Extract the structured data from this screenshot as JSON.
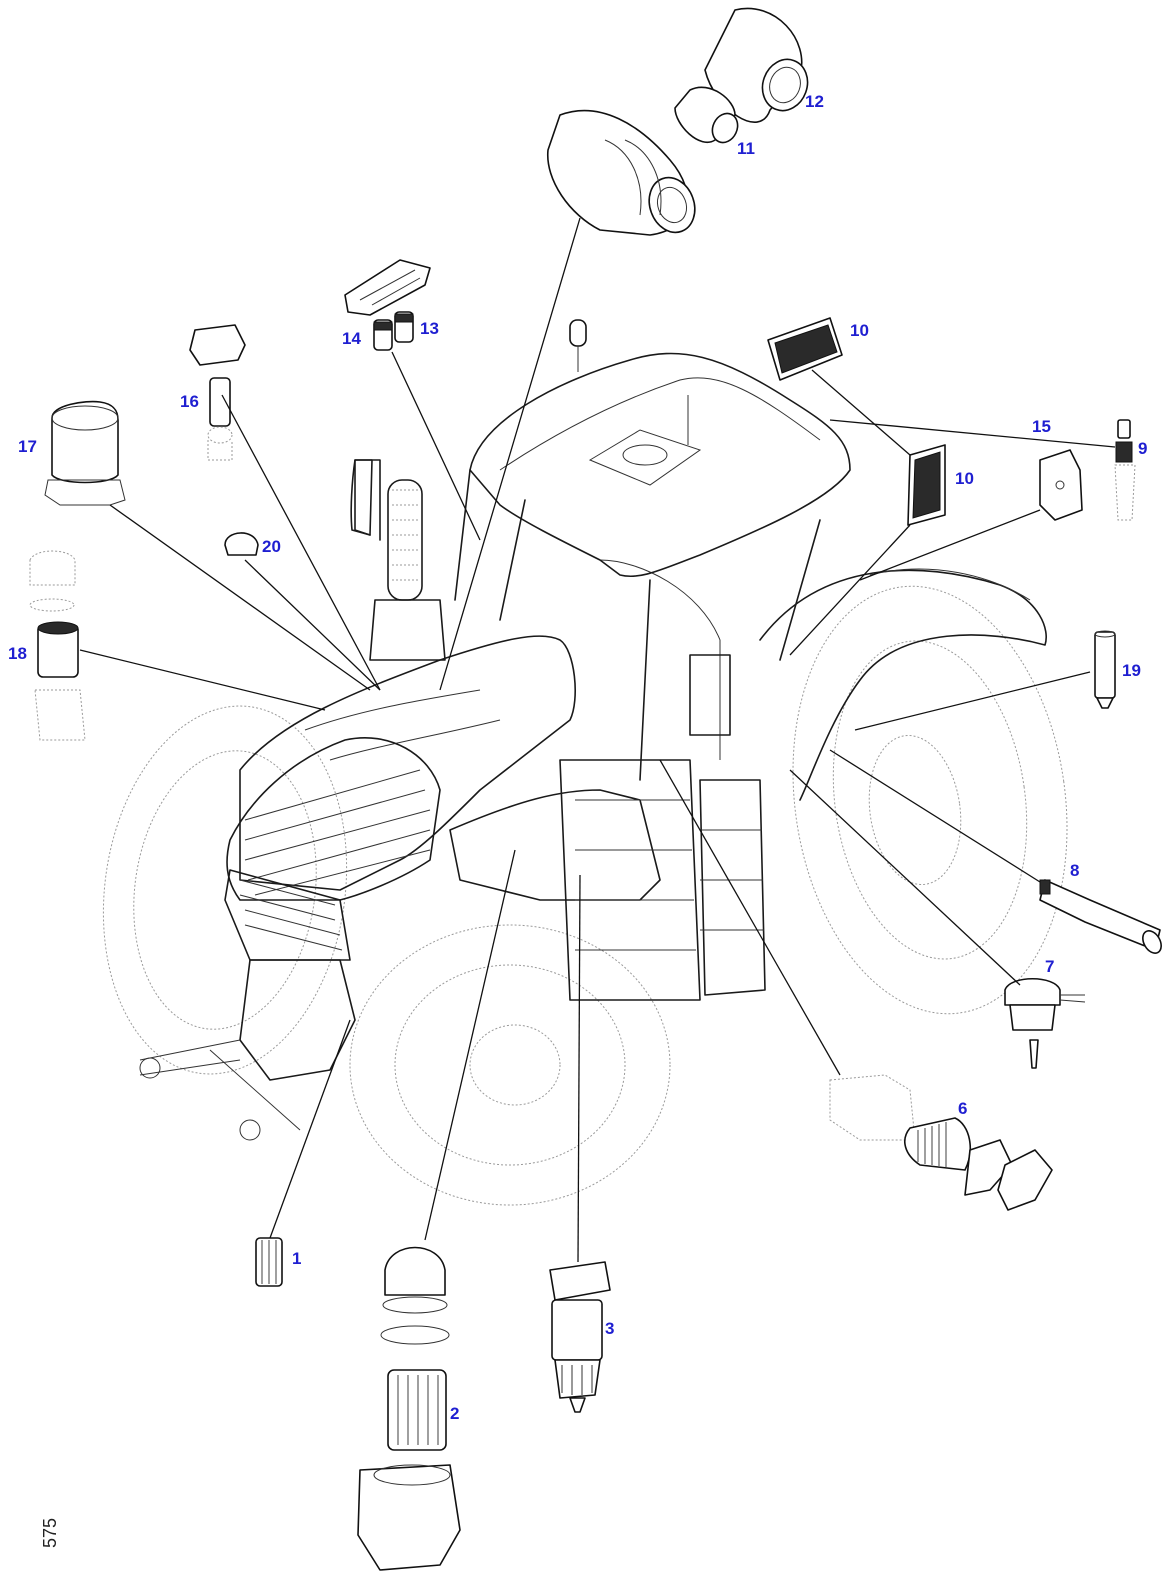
{
  "diagram": {
    "callout_color": "#1f1fd1",
    "line_color": "#111111",
    "callouts": [
      "1",
      "2",
      "3",
      "6",
      "7",
      "8",
      "9",
      "10",
      "10",
      "11",
      "12",
      "13",
      "14",
      "15",
      "16",
      "17",
      "18",
      "19",
      "20"
    ],
    "document_number": "575"
  }
}
